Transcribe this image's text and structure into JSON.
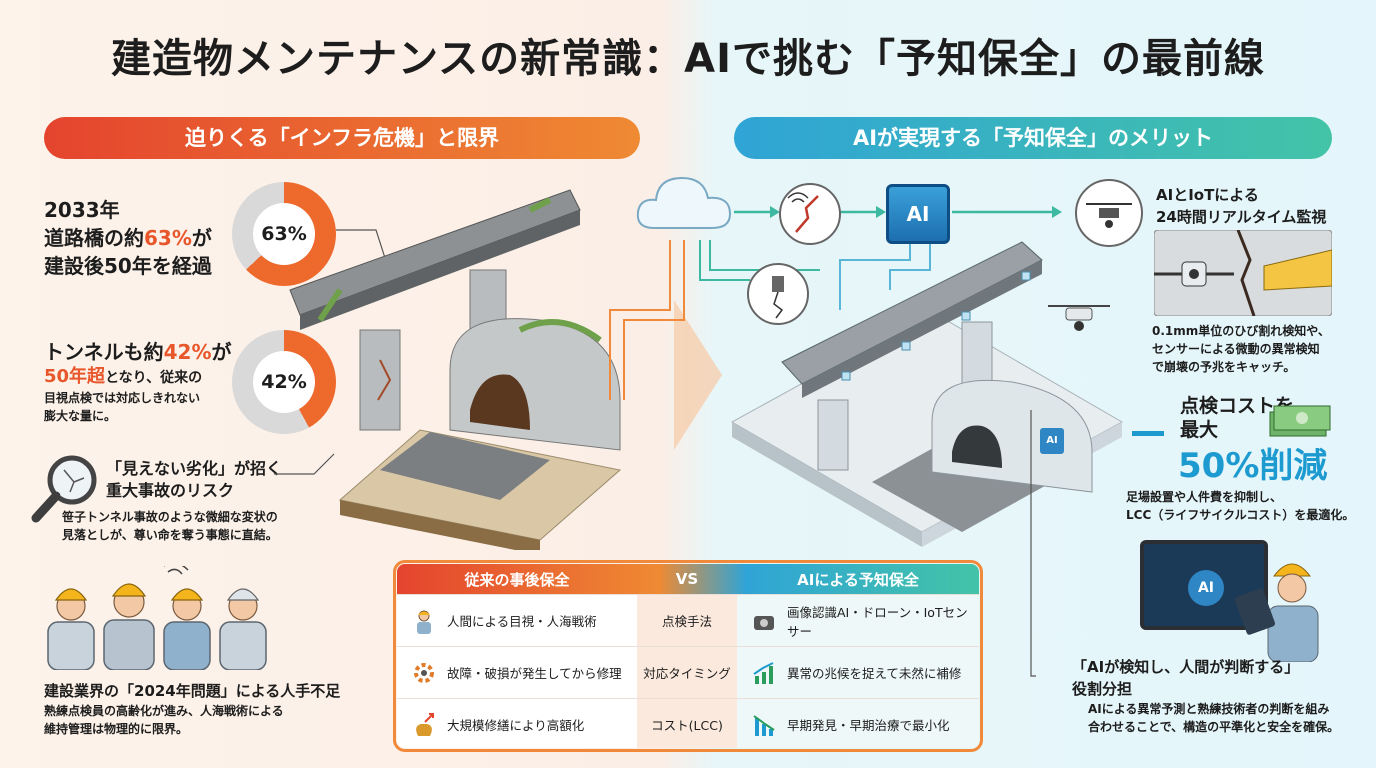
{
  "title": "建造物メンテナンスの新常識：AIで挑む「予知保全」の最前線",
  "left": {
    "banner": "迫りくる「インフラ危機」と限界",
    "stat1": {
      "line1": "2033年",
      "line2_pre": "道路橋の約",
      "line2_hl": "63%",
      "line2_post": "が",
      "line3": "建設後50年を経過",
      "donut": "63%",
      "value": 63
    },
    "stat2": {
      "line1_pre": "トンネルも約",
      "line1_hl": "42%",
      "line1_post": "が",
      "line2_hl": "50年超",
      "line2_post": "となり、従来の",
      "line3": "目視点検では対応しきれない",
      "line4": "膨大な量に。",
      "donut": "42%",
      "value": 42
    },
    "risk": {
      "heading1": "「見えない劣化」が招く",
      "heading2": "重大事故のリスク",
      "text1": "笹子トンネル事故のような微細な変状の",
      "text2": "見落としが、尊い命を奪う事態に直結。"
    },
    "labor": {
      "heading": "建設業界の「2024年問題」による人手不足",
      "text1": "熟練点検員の高齢化が進み、人海戦術による",
      "text2": "維持管理は物理的に限界。"
    }
  },
  "right": {
    "banner": "AIが実現する「予知保全」のメリット",
    "ai_chip": "AI",
    "tunnel_tag": "AI",
    "monitor": {
      "line1": "AIとIoTによる",
      "line2": "24時間リアルタイム監視",
      "text1": "0.1mm単位のひび割れ検知や、",
      "text2": "センサーによる微動の異常検知",
      "text3": "で崩壊の予兆をキャッチ。"
    },
    "cost": {
      "line1": "点検コストを",
      "line2": "最大",
      "big": "50%削減",
      "text1": "足場設置や人件費を抑制し、",
      "text2": "LCC（ライフサイクルコスト）を最適化。"
    },
    "role": {
      "line1": "「AIが検知し、人間が判断する」",
      "line2": "役割分担",
      "text1": "AIによる異常予測と熟練技術者の判断を組み",
      "text2": "合わせることで、構造の平準化と安全を確保。"
    },
    "screen_label": "AI"
  },
  "table": {
    "head_left": "従来の事後保全",
    "head_vs": "VS",
    "head_right": "AIによる予知保全",
    "rows": [
      {
        "left": "人間による目視・人海戦術",
        "mid": "点検手法",
        "right": "画像認識AI・ドローン・IoTセンサー"
      },
      {
        "left": "故障・破損が発生してから修理",
        "mid": "対応タイミング",
        "right": "異常の兆候を捉えて未然に補修"
      },
      {
        "left": "大規模修繕により高額化",
        "mid": "コスト(LCC)",
        "right": "早期発見・早期治療で最小化"
      }
    ]
  },
  "colors": {
    "orange": "#e8572b",
    "teal": "#1d9ad0",
    "green": "#2a9d5c"
  }
}
